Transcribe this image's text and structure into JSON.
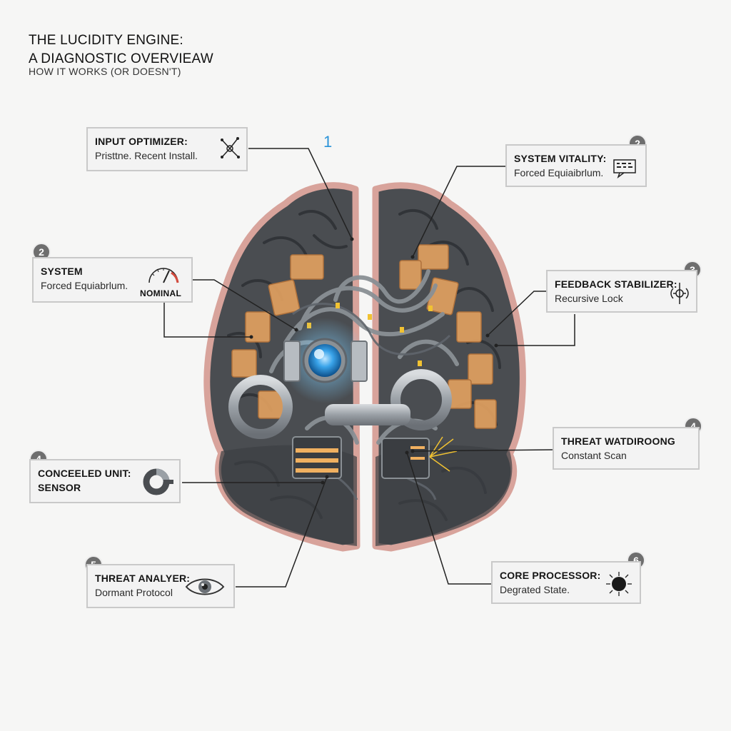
{
  "header": {
    "title_line1": "THE LUCIDITY ENGINE:",
    "title_line2": "A DIAGNOSTIC OVERVIEAW",
    "subtitle": "HOW IT WORKS (OR DOESN'T)"
  },
  "center_marker": "1",
  "callouts": {
    "input_optimizer": {
      "label": "INPUT OPTIMIZER:",
      "sub": "Pristtne. Recent Install.",
      "icon": "circuit-node-icon"
    },
    "system_vitality": {
      "badge": "2",
      "label": "SYSTEM VITALITY:",
      "sub": "Forced Equiaibrlum.",
      "icon": "display-panel-icon"
    },
    "system": {
      "badge": "2",
      "label": "SYSTEM",
      "sub": "Forced Equiabrlum.",
      "status": "NOMINAL",
      "icon": "gauge-icon"
    },
    "feedback_stabilizer": {
      "badge": "3",
      "label": "FEEDBACK STABILIZER:",
      "sub": "Recursive Lock",
      "icon": "loop-circuit-icon"
    },
    "threat_watch": {
      "badge": "4",
      "label": "THREAT WATDIROONG",
      "sub": "Constant Scan"
    },
    "concealed_unit": {
      "badge": "4",
      "label": "CONCEELED UNIT:",
      "sub": "SENSOR",
      "icon": "ring-sensor-icon"
    },
    "threat_analyzer": {
      "badge": "5",
      "label": "THREAT ANALYER:",
      "sub": "Dormant Protocol",
      "icon": "eye-icon"
    },
    "core_processor": {
      "badge": "6",
      "label": "CORE PROCESSOR:",
      "sub": "Degrated State.",
      "icon": "burst-icon"
    }
  },
  "colors": {
    "background": "#f6f6f5",
    "brain_fill": "#4a4d51",
    "brain_outline": "#d8a39b",
    "core_glow": "#2a93d8",
    "module_orange": "#e0a060",
    "badge": "#6e6e6e",
    "callout_border": "#c9c9c9"
  }
}
